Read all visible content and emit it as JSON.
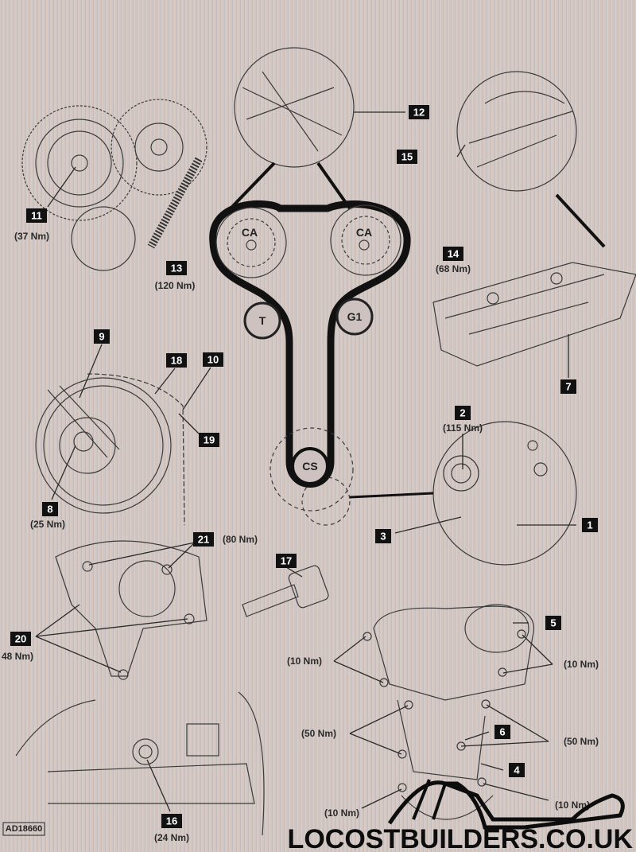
{
  "callouts": {
    "c1": "1",
    "c2": "2",
    "c3": "3",
    "c4": "4",
    "c5": "5",
    "c6": "6",
    "c7": "7",
    "c8": "8",
    "c9": "9",
    "c10": "10",
    "c11": "11",
    "c12": "12",
    "c13": "13",
    "c14": "14",
    "c15": "15",
    "c16": "16",
    "c17": "17",
    "c18": "18",
    "c19": "19",
    "c20": "20",
    "c21": "21"
  },
  "torques": {
    "t11": "(37 Nm)",
    "t13": "(120 Nm)",
    "t14": "(68 Nm)",
    "t8": "(25 Nm)",
    "t2": "(115 Nm)",
    "t21": "(80 Nm)",
    "t20": "48 Nm)",
    "t16": "(24 Nm)",
    "cover_left_top": "(10 Nm)",
    "cover_right_top": "(10 Nm)",
    "cover_left_mid": "(50 Nm)",
    "cover_right_mid": "(50 Nm)",
    "cover_left_bottom": "(10 Nm)",
    "cover_right_bottom": "(10 Nm)"
  },
  "pulleys": {
    "cam_left": "CA",
    "cam_right": "CA",
    "tensioner": "T",
    "guide": "G1",
    "crank": "CS"
  },
  "figure_ref": "AD18660",
  "watermark": "LOCOSTBUILDERS.CO.UK"
}
